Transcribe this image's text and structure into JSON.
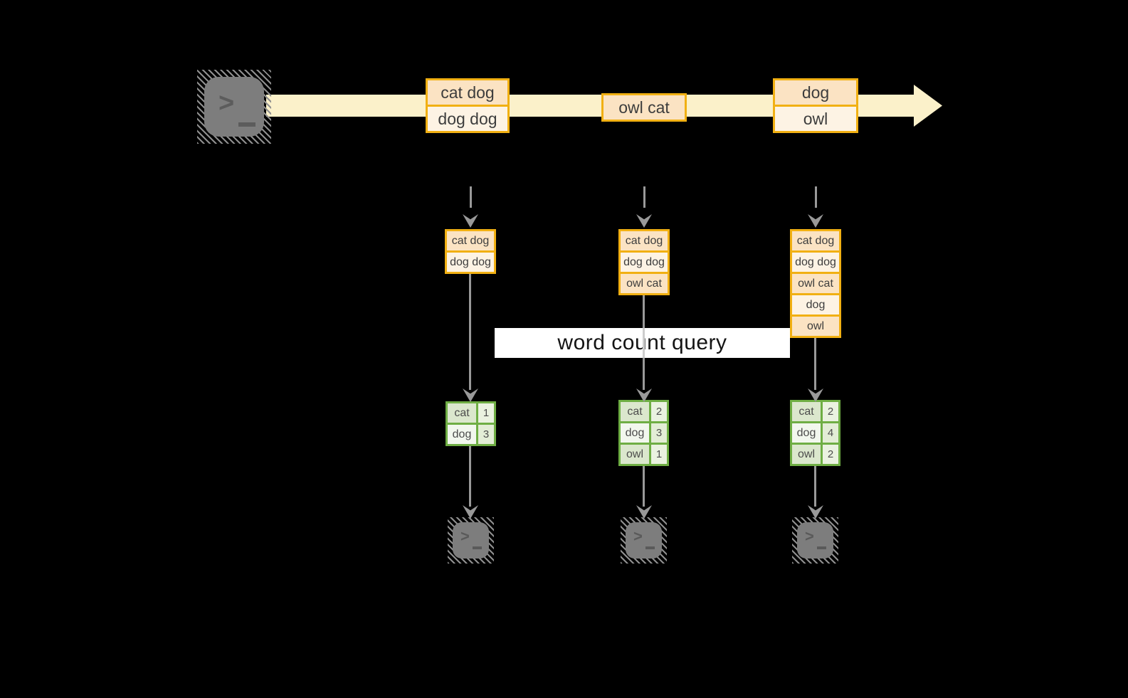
{
  "banner": {
    "label": "word count query"
  },
  "icons": {
    "source_terminal": "terminal-icon",
    "output_terminal": "terminal-icon",
    "stream_arrow": "right-arrow",
    "batch_arrow": "down-arrow-dashed",
    "process_arrow": "down-arrow",
    "prompt_chevron": ">"
  },
  "colors": {
    "background": "#000000",
    "stream_band": "#fbf1ca",
    "event_border": "#f1b013",
    "event_fill_dark": "#fbe3c3",
    "event_fill_light": "#fdf3e4",
    "table_border": "#6fae44",
    "table_fill_dark": "#dbe7cd",
    "table_fill_light": "#f2f7ee",
    "arrow_gray": "#999999",
    "terminal_gray": "#7d7d7d",
    "banner_bg": "#ffffff",
    "text_dark": "#3d3d3d"
  },
  "columns": [
    {
      "batch": [
        "cat dog",
        "dog dog"
      ],
      "stack": [
        "cat dog",
        "dog dog"
      ],
      "counts": [
        {
          "word": "cat",
          "count": "1"
        },
        {
          "word": "dog",
          "count": "3"
        }
      ]
    },
    {
      "batch": [
        "owl cat"
      ],
      "stack": [
        "cat dog",
        "dog dog",
        "owl cat"
      ],
      "counts": [
        {
          "word": "cat",
          "count": "2"
        },
        {
          "word": "dog",
          "count": "3"
        },
        {
          "word": "owl",
          "count": "1"
        }
      ]
    },
    {
      "batch": [
        "dog",
        "owl"
      ],
      "stack": [
        "cat dog",
        "dog dog",
        "owl cat",
        "dog",
        "owl"
      ],
      "counts": [
        {
          "word": "cat",
          "count": "2"
        },
        {
          "word": "dog",
          "count": "4"
        },
        {
          "word": "owl",
          "count": "2"
        }
      ]
    }
  ]
}
